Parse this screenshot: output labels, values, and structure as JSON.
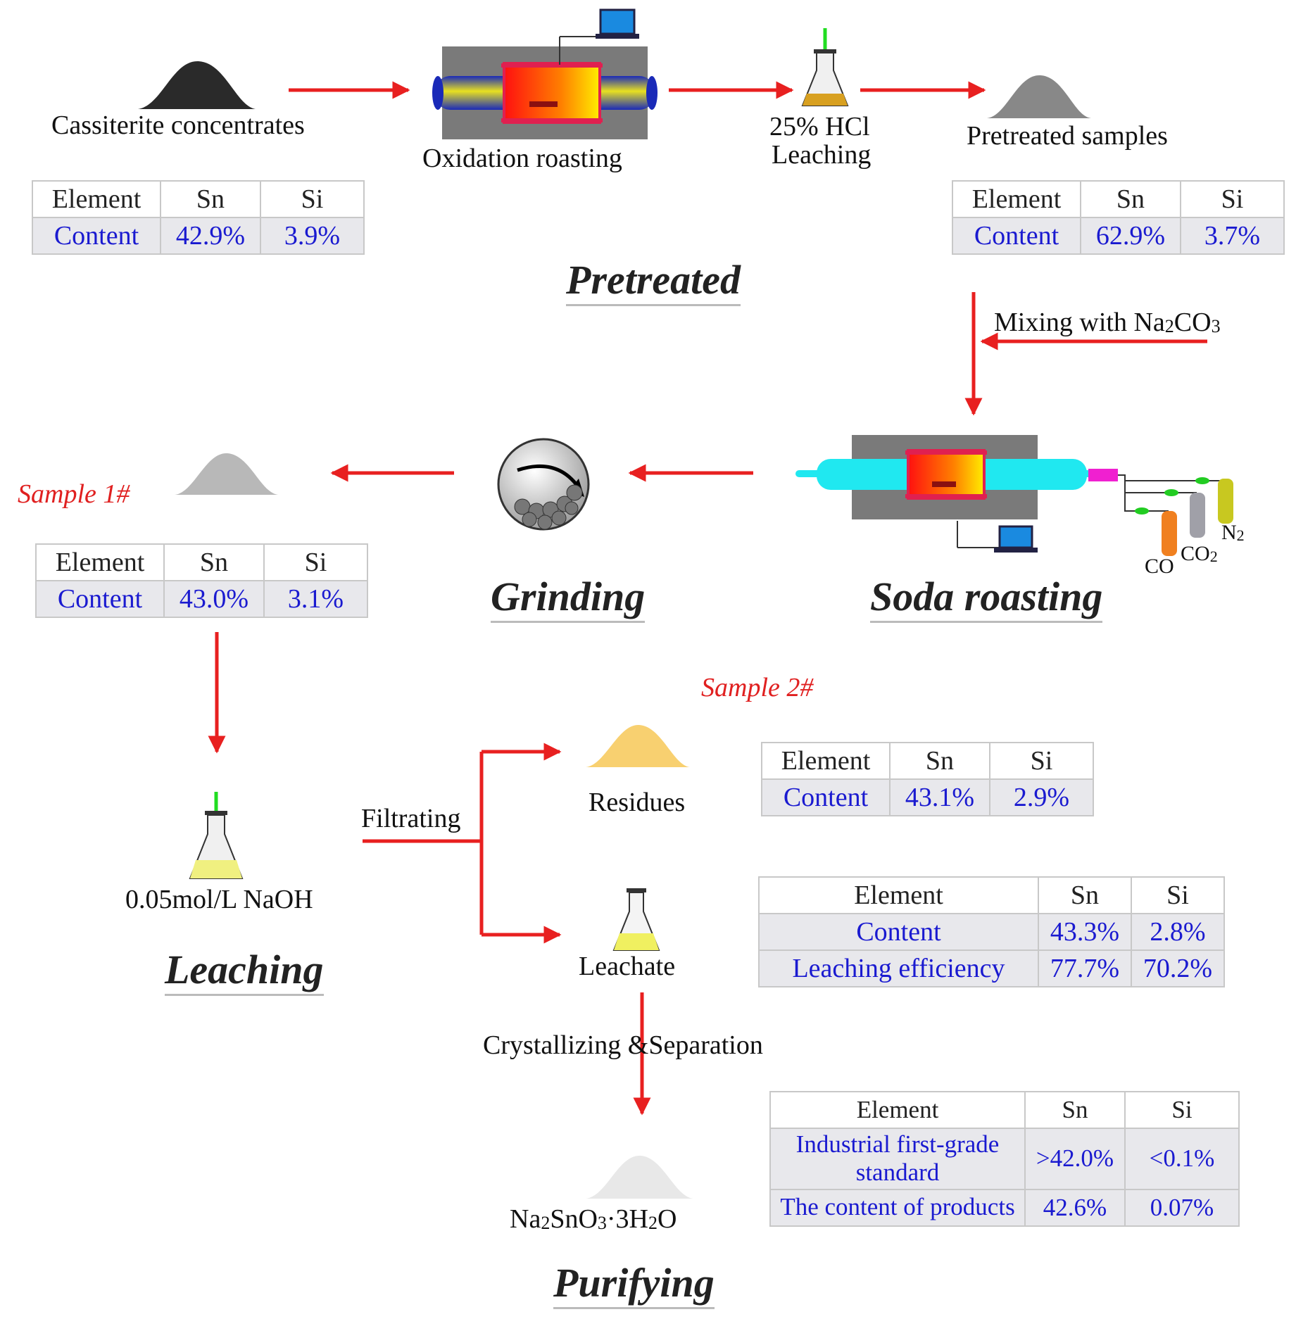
{
  "labels": {
    "cassiterite": "Cassiterite concentrates",
    "oxidation": "Oxidation roasting",
    "hcl_1": "25% HCl",
    "hcl_2": "Leaching",
    "pretreated_samples": "Pretreated samples",
    "mixing": "Mixing with Na",
    "mixing_sub": "2",
    "mixing_tail": "CO",
    "mixing_sub2": "3",
    "gas_co": "CO",
    "gas_co2": "CO",
    "gas_co2_sub": "2",
    "gas_n2": "N",
    "gas_n2_sub": "2",
    "naoh": "0.05mol/L NaOH",
    "filtrating": "Filtrating",
    "residues": "Residues",
    "leachate": "Leachate",
    "crystallizing": "Crystallizing &Separation",
    "product_1": "Na",
    "product_sub1": "2",
    "product_2": "SnO",
    "product_sub2": "3",
    "product_3": "·3H",
    "product_sub3": "2",
    "product_4": "O"
  },
  "stages": {
    "pretreated": "Pretreated",
    "soda_roasting": "Soda roasting",
    "grinding": "Grinding",
    "leaching": "Leaching",
    "purifying": "Purifying"
  },
  "samples": {
    "sample1": "Sample 1#",
    "sample2": "Sample 2#"
  },
  "colors": {
    "arrow": "#e82020",
    "raw_ore": "#2a2a2a",
    "pretreated_pile": "#888888",
    "sample1_pile": "#b8b8b8",
    "residue_pile": "#f8d070",
    "product_pile": "#e8e8e8",
    "furnace_gray": "#7a7a7a",
    "tube_blue": "#2030c0",
    "tube_cyan": "#20e8f0",
    "table_text": "#1a1ad0"
  },
  "tables": {
    "cassiterite": {
      "headers": [
        "Element",
        "Sn",
        "Si"
      ],
      "row": [
        "Content",
        "42.9%",
        "3.9%"
      ]
    },
    "pretreated": {
      "headers": [
        "Element",
        "Sn",
        "Si"
      ],
      "row": [
        "Content",
        "62.9%",
        "3.7%"
      ]
    },
    "sample1": {
      "headers": [
        "Element",
        "Sn",
        "Si"
      ],
      "row": [
        "Content",
        "43.0%",
        "3.1%"
      ]
    },
    "residues": {
      "headers": [
        "Element",
        "Sn",
        "Si"
      ],
      "row": [
        "Content",
        "43.1%",
        "2.9%"
      ]
    },
    "leachate": {
      "headers": [
        "Element",
        "Sn",
        "Si"
      ],
      "rows": [
        [
          "Content",
          "43.3%",
          "2.8%"
        ],
        [
          "Leaching efficiency",
          "77.7%",
          "70.2%"
        ]
      ]
    },
    "product": {
      "headers": [
        "Element",
        "Sn",
        "Si"
      ],
      "rows": [
        [
          "Industrial first-grade standard",
          ">42.0%",
          "<0.1%"
        ],
        [
          "The content of products",
          "42.6%",
          "0.07%"
        ]
      ]
    }
  },
  "icons": {
    "laptop": "laptop-icon",
    "flask": "erlenmeyer-flask-icon",
    "ball_mill": "ball-mill-icon",
    "gas_cylinder": "gas-cylinder-icon",
    "tube_furnace": "tube-furnace-icon"
  }
}
